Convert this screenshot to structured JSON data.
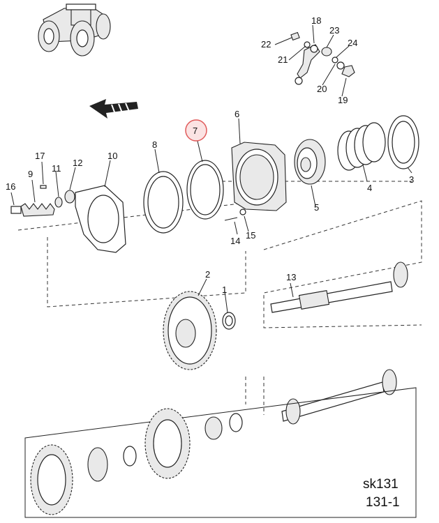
{
  "diagram": {
    "callouts": [
      "1",
      "2",
      "3",
      "4",
      "5",
      "6",
      "7",
      "8",
      "9",
      "10",
      "11",
      "12",
      "13",
      "14",
      "15",
      "16",
      "17",
      "18",
      "19",
      "20",
      "21",
      "22",
      "23",
      "24"
    ],
    "highlighted_callout": "7",
    "highlight_color": "#e05a5a",
    "highlight_fill": "#fbe3e3",
    "reference_code": "sk131",
    "reference_page": "131-1",
    "tractor_icon": "tractor-icon",
    "direction_icon": "forward-arrow-icon"
  }
}
